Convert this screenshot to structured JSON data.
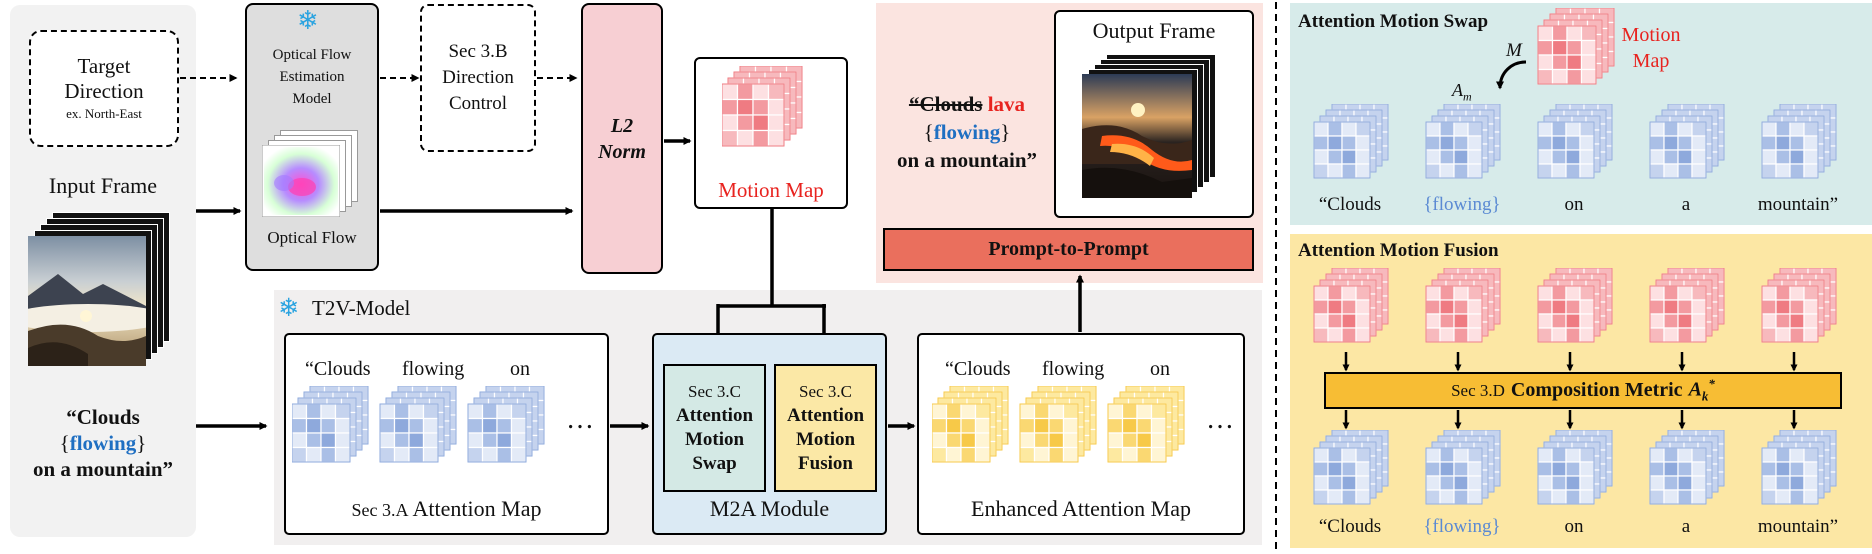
{
  "left": {
    "target_direction_line1": "Target",
    "target_direction_line2": "Direction",
    "target_direction_example": "ex. North-East",
    "input_frame_label": "Input Frame",
    "prompt_part1": "“Clouds",
    "prompt_open_brace": "{",
    "prompt_flowing": "flowing",
    "prompt_close_brace": "}",
    "prompt_part3": "on a mountain”"
  },
  "flow": {
    "model_line1": "Optical Flow",
    "model_line2": "Estimation",
    "model_line3": "Model",
    "optical_flow_label": "Optical Flow"
  },
  "direction_control": {
    "line1": "Sec 3.B",
    "line2": "Direction",
    "line3": "Control"
  },
  "l2norm": {
    "line1": "L2",
    "line2": "Norm"
  },
  "motion_map": {
    "label": "Motion Map"
  },
  "output": {
    "title": "Output Frame",
    "prompt_clouds_struck": "“Clouds",
    "prompt_lava": "lava",
    "prompt_open_brace": "{",
    "prompt_flowing": "flowing",
    "prompt_close_brace": "}",
    "prompt_line3": "on a mountain”",
    "p2p_button": "Prompt-to-Prompt"
  },
  "t2v": {
    "title": "T2V-Model",
    "attention_tokens": [
      "“Clouds",
      "flowing",
      "on"
    ],
    "attention_label_sec": "Sec 3.A",
    "attention_label": "Attention Map",
    "ellipsis": "…",
    "m2a_swap_line1": "Sec 3.C",
    "m2a_swap_line2": "Attention",
    "m2a_swap_line3": "Motion",
    "m2a_swap_line4": "Swap",
    "m2a_fusion_line1": "Sec 3.C",
    "m2a_fusion_line2": "Attention",
    "m2a_fusion_line3": "Motion",
    "m2a_fusion_line4": "Fusion",
    "m2a_label": "M2A Module",
    "enhanced_tokens": [
      "“Clouds",
      "flowing",
      "on"
    ],
    "enhanced_label": "Enhanced Attention Map"
  },
  "swap_panel": {
    "title": "Attention Motion Swap",
    "motion_map_line1": "Motion",
    "motion_map_line2": "Map",
    "m_symbol": "M",
    "am_symbol_base": "A",
    "am_symbol_sub": "m",
    "tokens": [
      "“Clouds",
      "{flowing}",
      "on",
      "a",
      "mountain”"
    ]
  },
  "fusion_panel": {
    "title": "Attention Motion Fusion",
    "metric_sec": "Sec 3.D",
    "metric_label": "Composition Metric",
    "metric_symbol_base": "A",
    "metric_symbol_sub": "k",
    "metric_symbol_sup": "*",
    "tokens": [
      "“Clouds",
      "{flowing}",
      "on",
      "a",
      "mountain”"
    ]
  },
  "colors": {
    "red_text": "#e8231f",
    "blue_text": "#1f6fc2",
    "light_blue_text": "#5b8ad3",
    "pink_fill": "#f7cfd3",
    "m2a_fill": "#dbeaf4",
    "swap_fill": "#d4e9e5",
    "fusion_fill": "#fbe8a6",
    "p2p_fill": "#ea6f5d",
    "metric_fill": "#f7bd34",
    "output_panel_fill": "#fbe4e0",
    "t2v_panel_fill": "#f1efef",
    "left_panel_fill": "#f2f2f2",
    "cyan_panel_fill": "#d7ebea",
    "yellow_panel_fill": "#fce7a4"
  },
  "icons": [
    "snowflake-icon",
    "strikethrough-text",
    "curved-arrow-icon"
  ]
}
